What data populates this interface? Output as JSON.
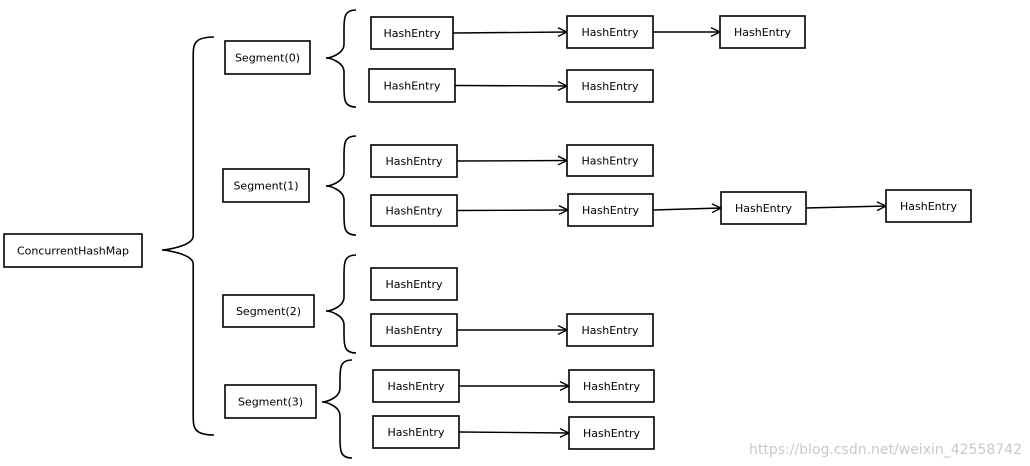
{
  "diagram": {
    "root": "ConcurrentHashMap",
    "segments": [
      {
        "label": "Segment(0)",
        "chains": [
          [
            "HashEntry",
            "HashEntry",
            "HashEntry"
          ],
          [
            "HashEntry",
            "HashEntry"
          ]
        ]
      },
      {
        "label": "Segment(1)",
        "chains": [
          [
            "HashEntry",
            "HashEntry"
          ],
          [
            "HashEntry",
            "HashEntry",
            "HashEntry",
            "HashEntry"
          ]
        ]
      },
      {
        "label": "Segment(2)",
        "chains": [
          [
            "HashEntry"
          ],
          [
            "HashEntry",
            "HashEntry"
          ]
        ]
      },
      {
        "label": "Segment(3)",
        "chains": [
          [
            "HashEntry",
            "HashEntry"
          ],
          [
            "HashEntry",
            "HashEntry"
          ]
        ]
      }
    ]
  },
  "watermark": "https://blog.csdn.net/weixin_42558742"
}
